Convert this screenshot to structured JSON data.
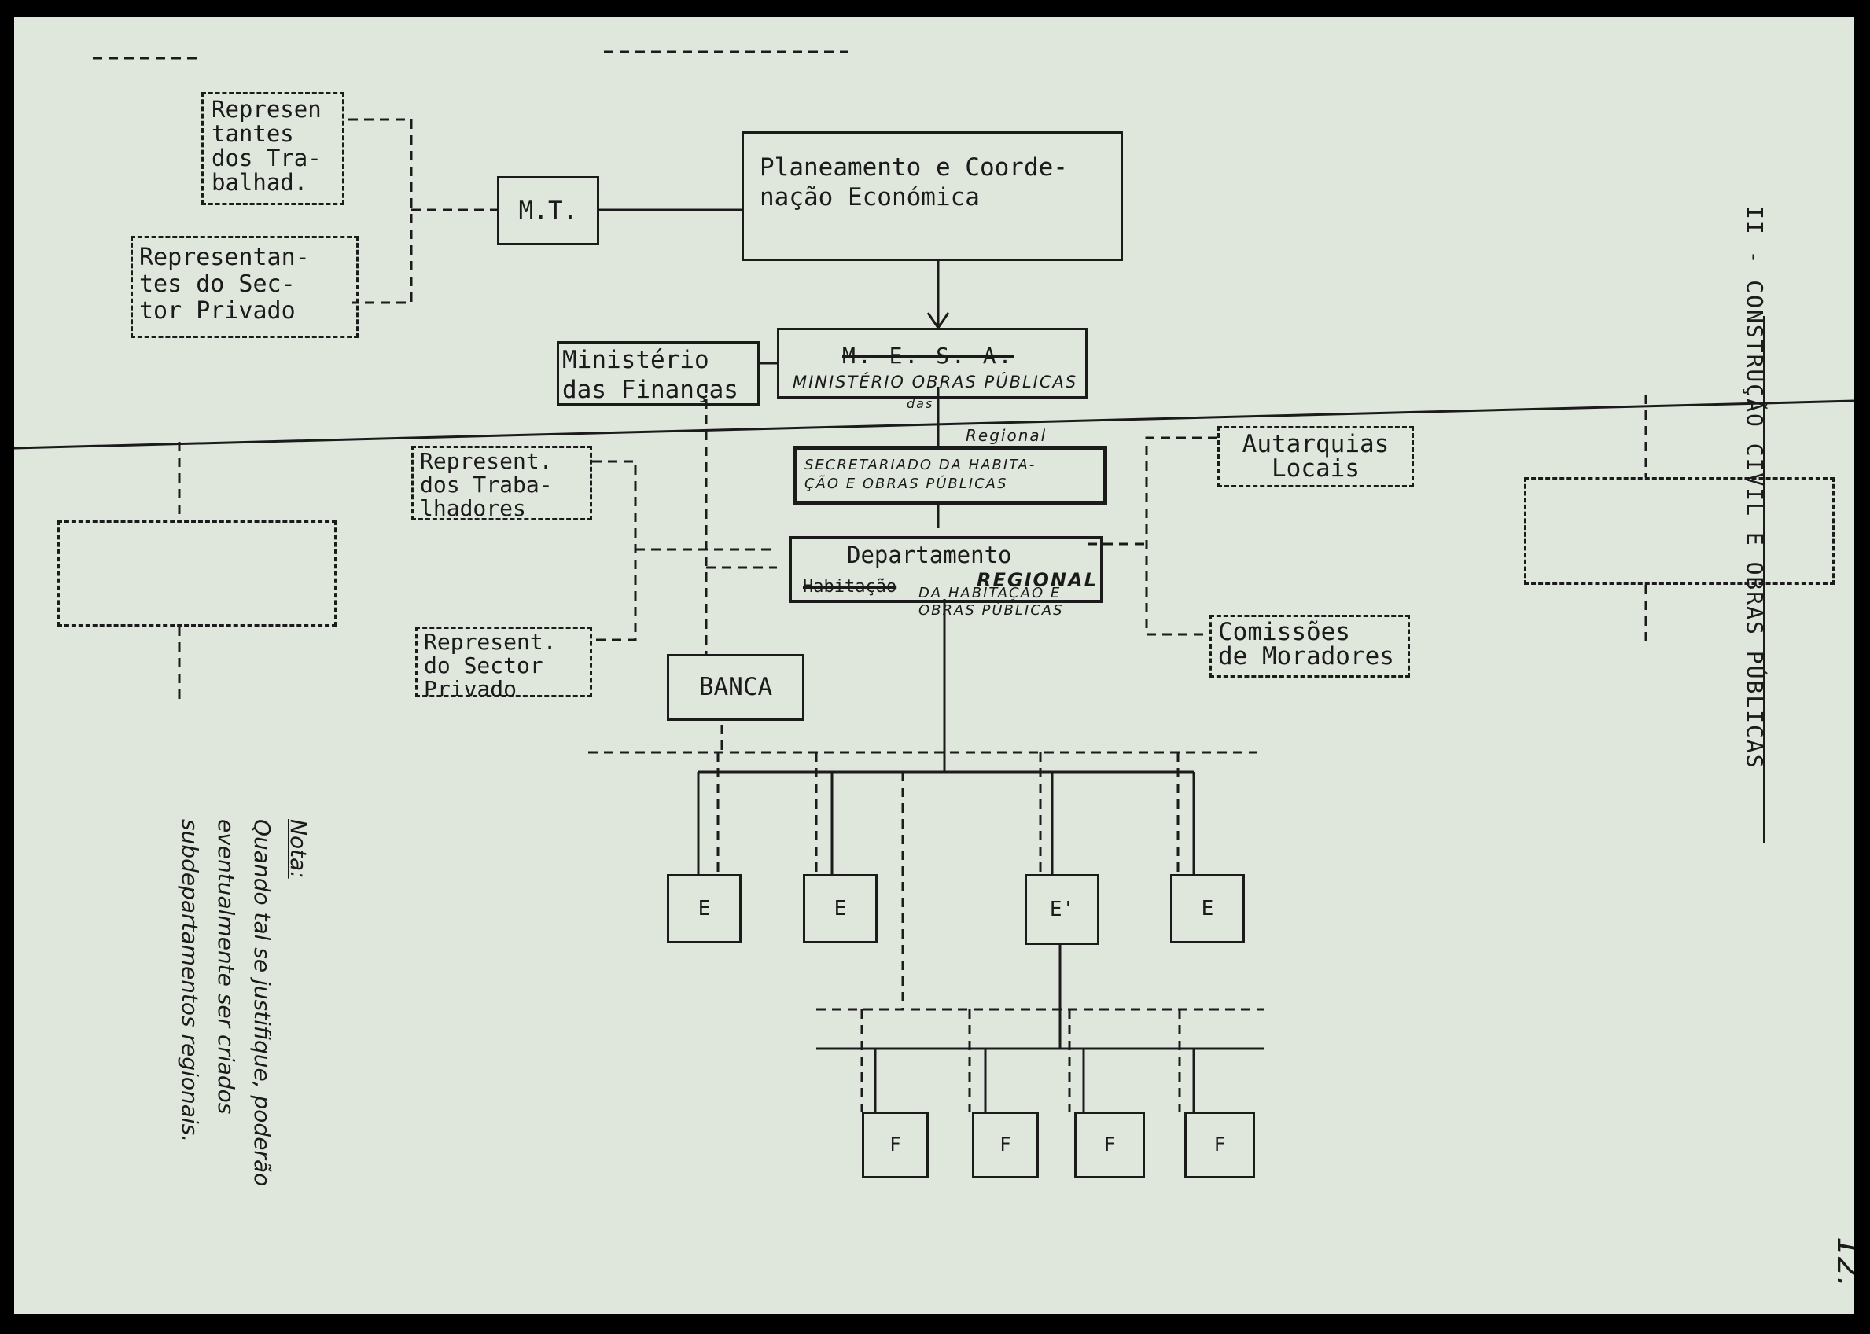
{
  "boxes": {
    "rep_trab_top": "Represen\ntantes\ndos Tra-\nbalhad.",
    "rep_priv_top": "Representan-\ntes do Sec-\ntor Privado",
    "mt": "M.T.",
    "planeamento": "Planeamento e Coorde-\nnação Económica",
    "financas": "Ministério\ndas Finanças",
    "mesa_struck": "M. E. S. A.",
    "ministerio_hand": "MINISTÉRIO OBRAS PÚBLICAS",
    "das_hand": "das",
    "regional_hand": "Regional",
    "secretariado_hand": "SECRETARIADO DA HABITA-\nÇÃO E OBRAS PÚBLICAS",
    "rep_trab_mid": "Represent.\ndos Traba-\nlhadores",
    "rep_priv_mid": "Represent.\ndo Sector\nPrivado",
    "departamento": "Departamento",
    "dept_struck": "Habitação",
    "dept_regional": "REGIONAL",
    "dept_hand": "DA HABITAÇÃO E\nOBRAS PÚBLICAS",
    "autarquias": "Autarquias\nLocais",
    "comissoes": "Comissões\nde Moradores",
    "banca": "BANCA",
    "e_labels": [
      "E",
      "E",
      "E'",
      "E"
    ],
    "f_labels": [
      "F",
      "F",
      "F",
      "F"
    ]
  },
  "side_title": "II - CONSTRUÇÃO CIVIL E OBRAS PÚBLICAS",
  "page_number": "12.",
  "note_label": "Nota:",
  "note_text": "Quando tal se justifique, poderão\neventualmente ser criados\nsubdepartamentos regionais."
}
